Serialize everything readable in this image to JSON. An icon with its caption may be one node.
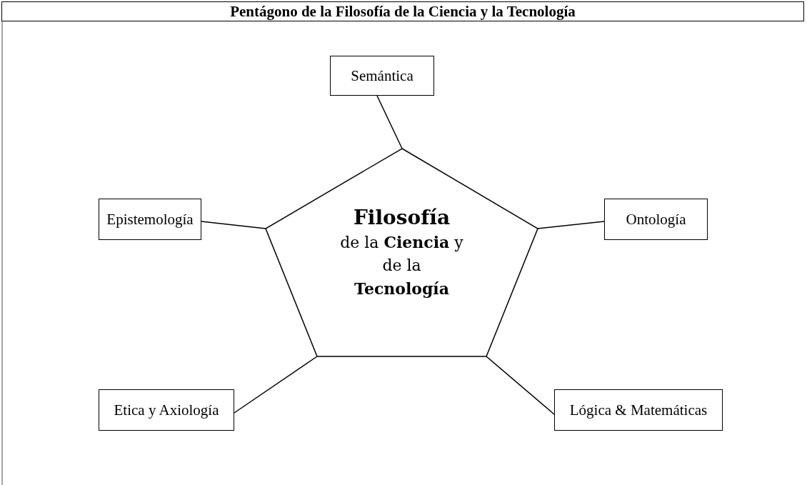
{
  "diagram": {
    "title": "Pentágono de la Filosofía de la Ciencia y la Tecnología",
    "nodes": [
      {
        "text": [
          "Semántica"
        ]
      },
      {
        "text": [
          "Epistemología"
        ]
      },
      {
        "text": [
          "**Filosofía** de la **Ciencia** y de la **Tecnología**"
        ]
      },
      {
        "text": [
          "Ontología"
        ]
      },
      {
        "text": [
          "Etica y Axiología"
        ]
      },
      {
        "text": [
          "Lógica & Matemáticas"
        ]
      }
    ],
    "edges": [
      {
        "from": 0,
        "to": 2,
        "arrow": "none"
      },
      {
        "from": 1,
        "to": 2,
        "arrow": "none"
      },
      {
        "from": 3,
        "to": 2,
        "arrow": "none"
      },
      {
        "from": 4,
        "to": 2,
        "arrow": "none"
      },
      {
        "from": 5,
        "to": 2,
        "arrow": "none"
      }
    ]
  }
}
